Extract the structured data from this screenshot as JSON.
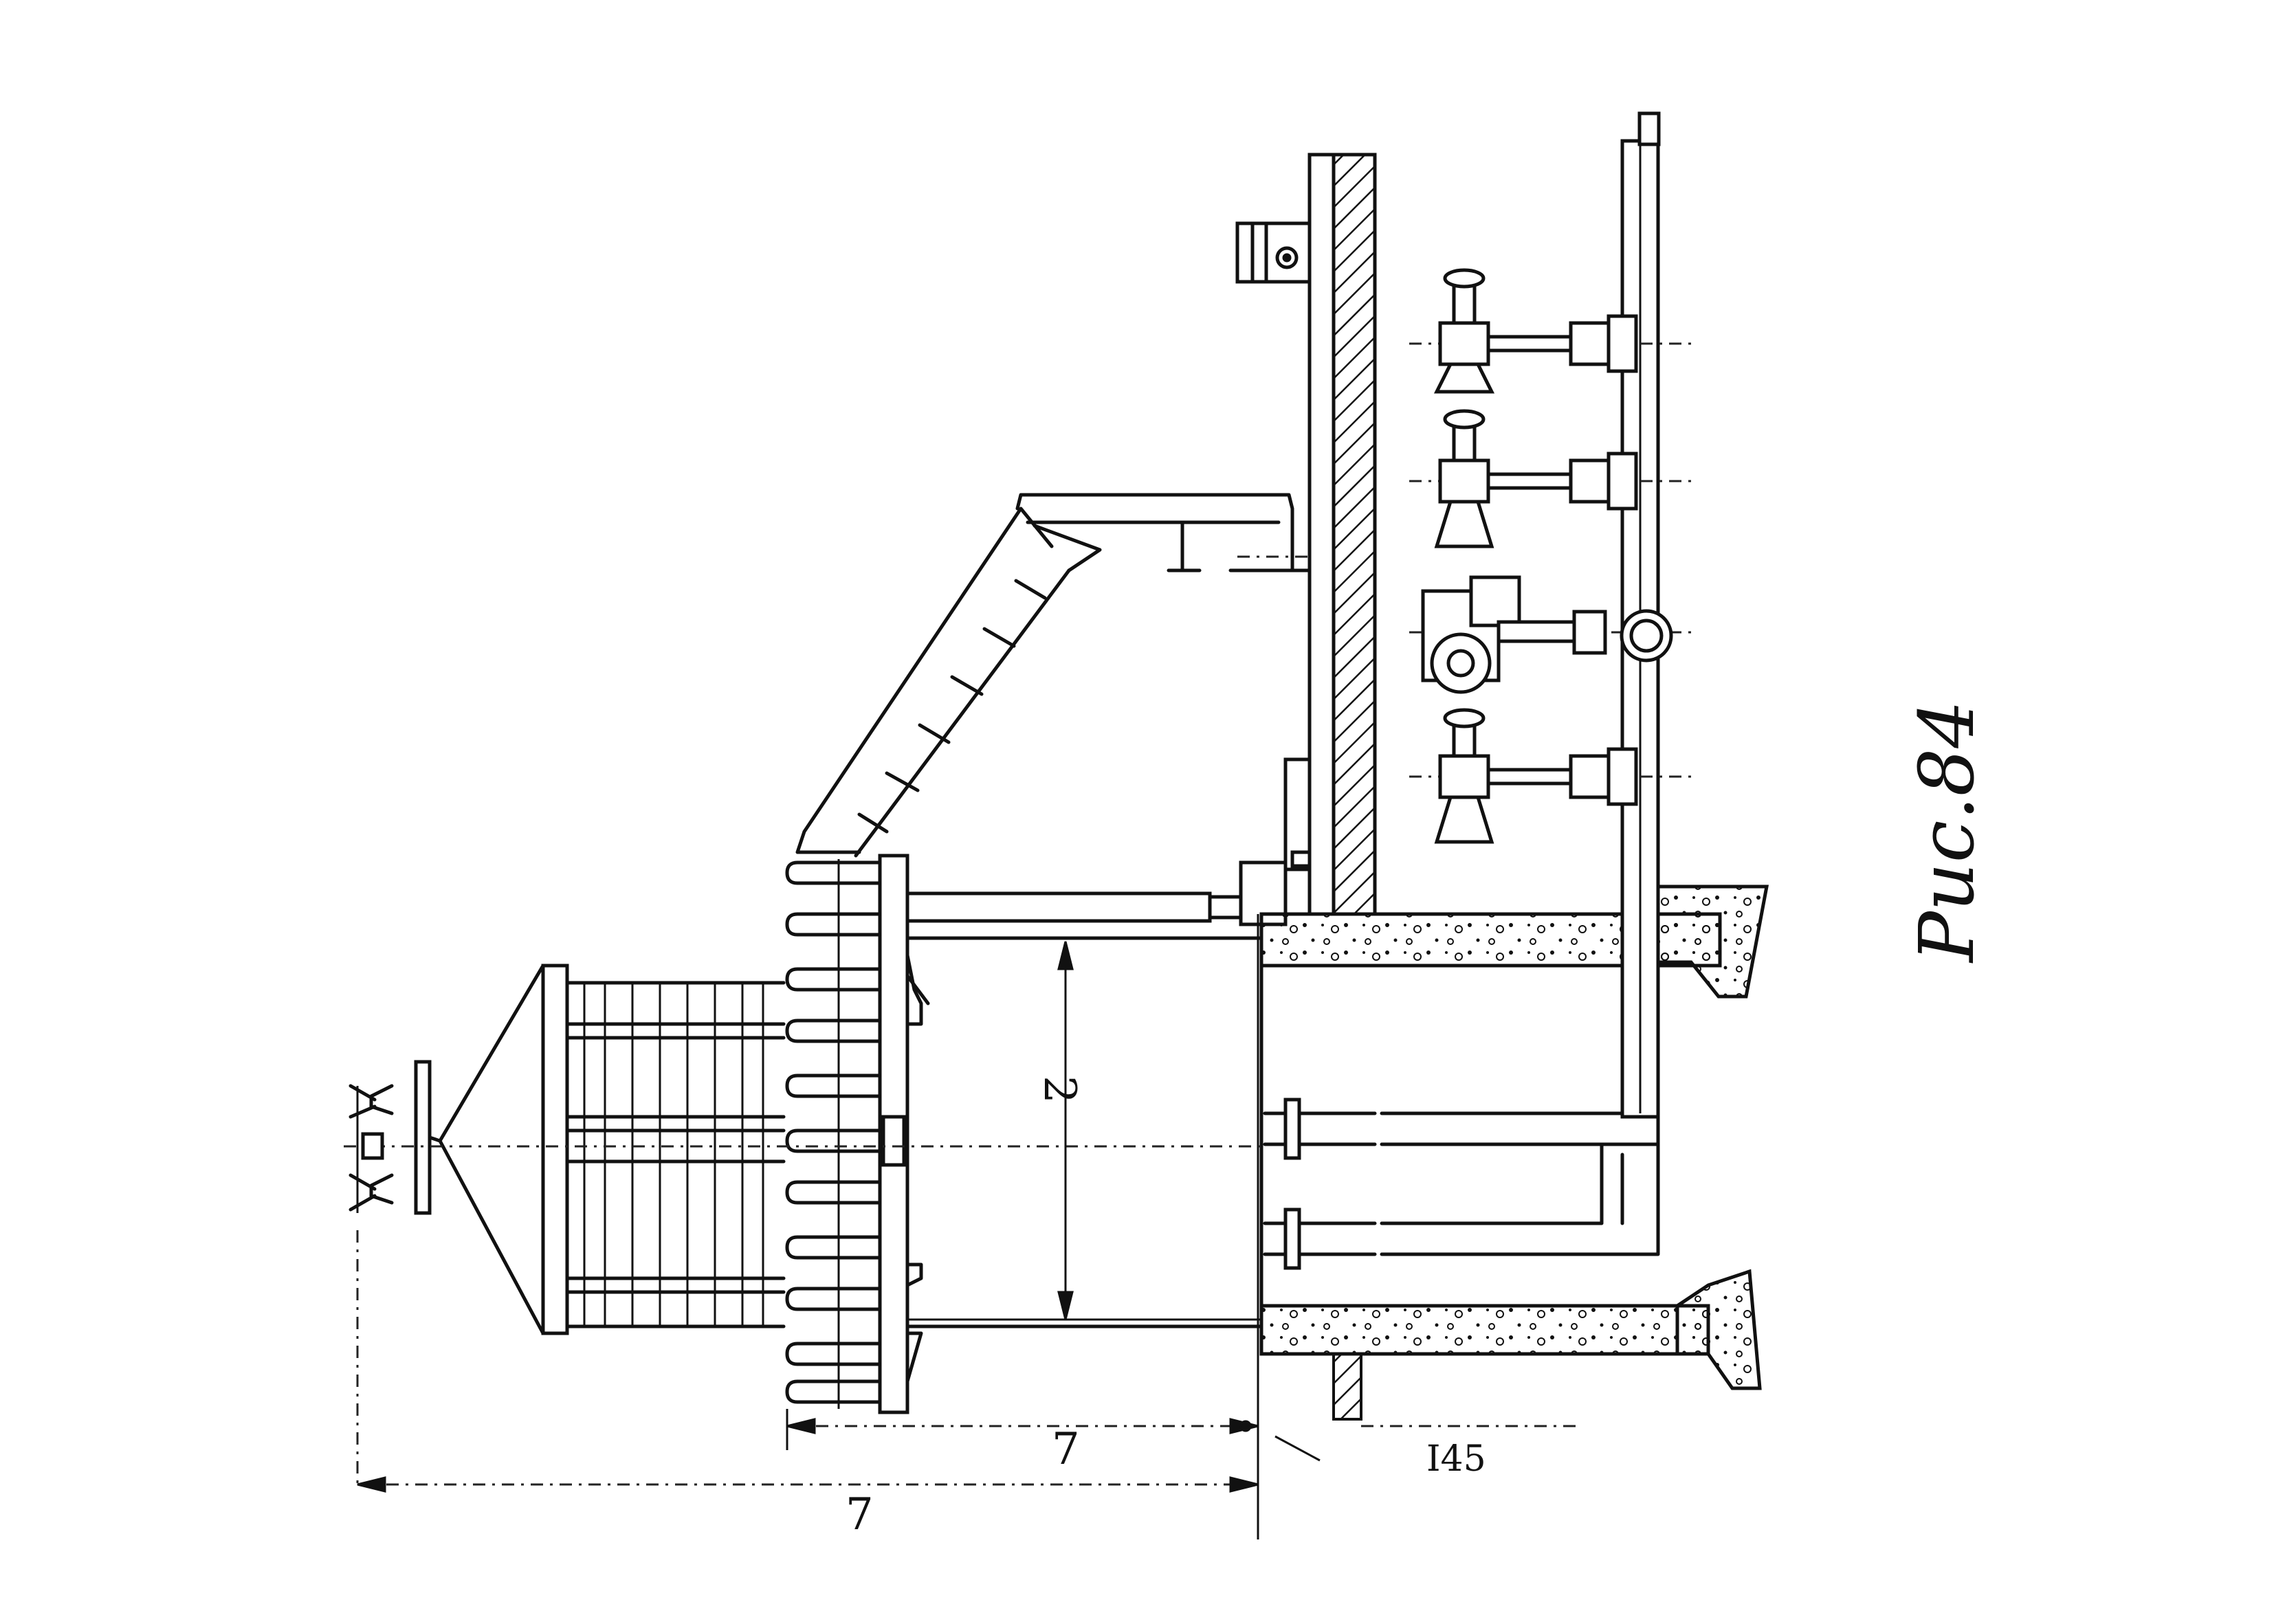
{
  "figure": {
    "caption": "Рис.84"
  },
  "dimensions": {
    "upper_length": "7",
    "lower_length": "7",
    "right_length": "I45",
    "vertical": "2"
  }
}
